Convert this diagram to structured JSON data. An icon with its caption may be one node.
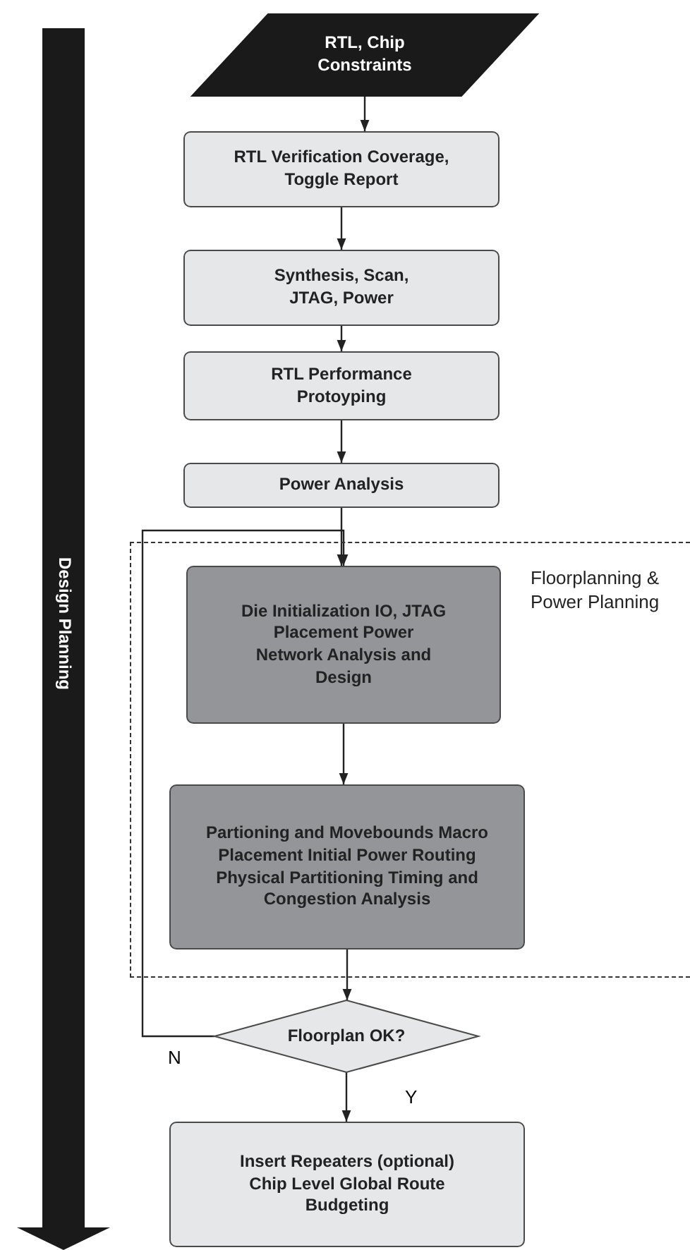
{
  "diagram": {
    "nodes": [
      {
        "text": [
          "RTL, Chip Constraints"
        ]
      },
      {
        "text": [
          "RTL Verification Coverage, Toggle Report"
        ]
      },
      {
        "text": [
          "Synthesis, Scan, JTAG, Power"
        ]
      },
      {
        "text": [
          "RTL Performance Protoyping"
        ]
      },
      {
        "text": [
          "Power Analysis"
        ]
      },
      {
        "text": [
          "Floorplanning & Power Planning"
        ]
      },
      {
        "text": [
          "Die Initialization IO, JTAG Placement Power Network Analysis and Design"
        ],
        "in": 5
      },
      {
        "text": [
          "Partioning and Movebounds Macro Placement Initial Power Routing Physical Partitioning Timing and Congestion Analysis"
        ],
        "in": 5
      },
      {
        "text": [
          "Floorplan OK?"
        ]
      },
      {
        "text": [
          "Insert Repeaters (optional) Chip Level Global Route Budgeting"
        ]
      },
      {
        "text": [
          "Design Planning"
        ]
      }
    ],
    "edges": [
      {
        "from": 0,
        "to": 1,
        "arrow": "to"
      },
      {
        "from": 1,
        "to": 2,
        "arrow": "to"
      },
      {
        "from": 2,
        "to": 3,
        "arrow": "to"
      },
      {
        "from": 3,
        "to": 4,
        "arrow": "to"
      },
      {
        "from": 4,
        "to": 6,
        "arrow": "to"
      },
      {
        "from": 6,
        "to": 7,
        "arrow": "to"
      },
      {
        "from": 7,
        "to": 8,
        "arrow": "to"
      },
      {
        "from": 8,
        "to": 9,
        "arrow": "to",
        "label": "Y"
      },
      {
        "from": 8,
        "to": 6,
        "arrow": "to",
        "label": "N"
      }
    ]
  }
}
